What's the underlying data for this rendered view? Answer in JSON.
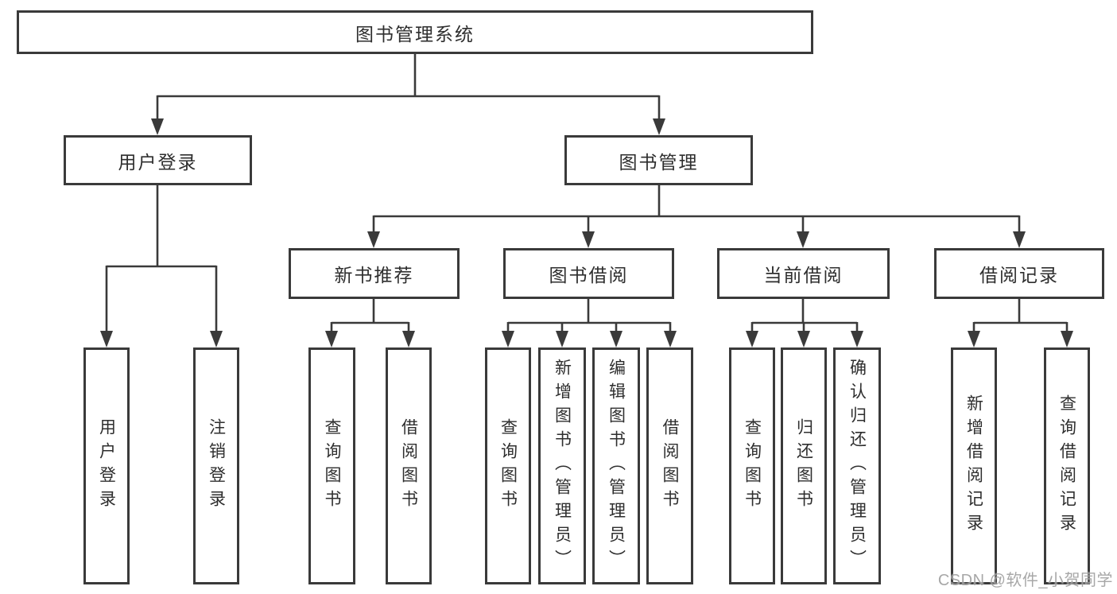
{
  "colors": {
    "background": "#ffffff",
    "border": "#3a3a3a",
    "line": "#3a3a3a",
    "text": "#2e2e2e",
    "watermark": "#9e9e9e"
  },
  "tree": {
    "label": "图书管理系统",
    "children": [
      {
        "label": "用户登录",
        "children": [
          {
            "label": "用户登录"
          },
          {
            "label": "注销登录"
          }
        ]
      },
      {
        "label": "图书管理",
        "children": [
          {
            "label": "新书推荐",
            "children": [
              {
                "label": "查询图书"
              },
              {
                "label": "借阅图书"
              }
            ]
          },
          {
            "label": "图书借阅",
            "children": [
              {
                "label": "查询图书"
              },
              {
                "label": "新增图书（管理员）"
              },
              {
                "label": "编辑图书（管理员）"
              },
              {
                "label": "借阅图书"
              }
            ]
          },
          {
            "label": "当前借阅",
            "children": [
              {
                "label": "查询图书"
              },
              {
                "label": "归还图书"
              },
              {
                "label": "确认归还（管理员）"
              }
            ]
          },
          {
            "label": "借阅记录",
            "children": [
              {
                "label": "新增借阅记录"
              },
              {
                "label": "查询借阅记录"
              }
            ]
          }
        ]
      }
    ]
  },
  "watermark": {
    "text": "CSDN @软件_小贺同学"
  }
}
